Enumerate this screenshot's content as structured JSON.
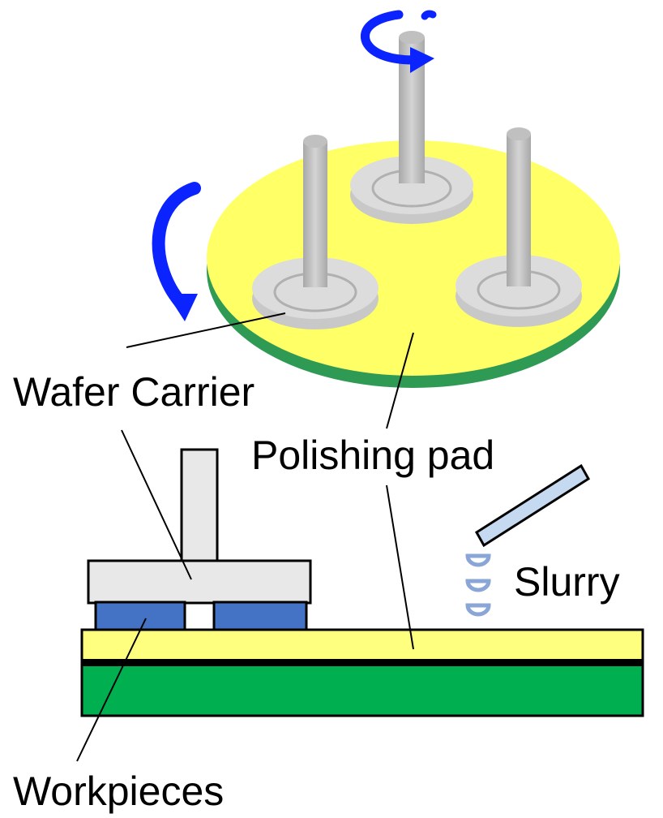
{
  "labels": {
    "wafer_carrier": "Wafer Carrier",
    "polishing_pad": "Polishing pad",
    "slurry": "Slurry",
    "workpieces": "Workpieces"
  },
  "colors": {
    "pad_yellow": "#ffff7f",
    "platen_green": "#00b050",
    "carrier_gray": "#d9d9d9",
    "workpiece_blue": "#4472c4",
    "rotation_arrow": "#0b24ff",
    "slurry_nozzle": "#c5d9f1",
    "slurry_drop": "#8aa6d6"
  },
  "icons": [
    "rotation-arrow-icon",
    "slurry-drop-icon"
  ]
}
